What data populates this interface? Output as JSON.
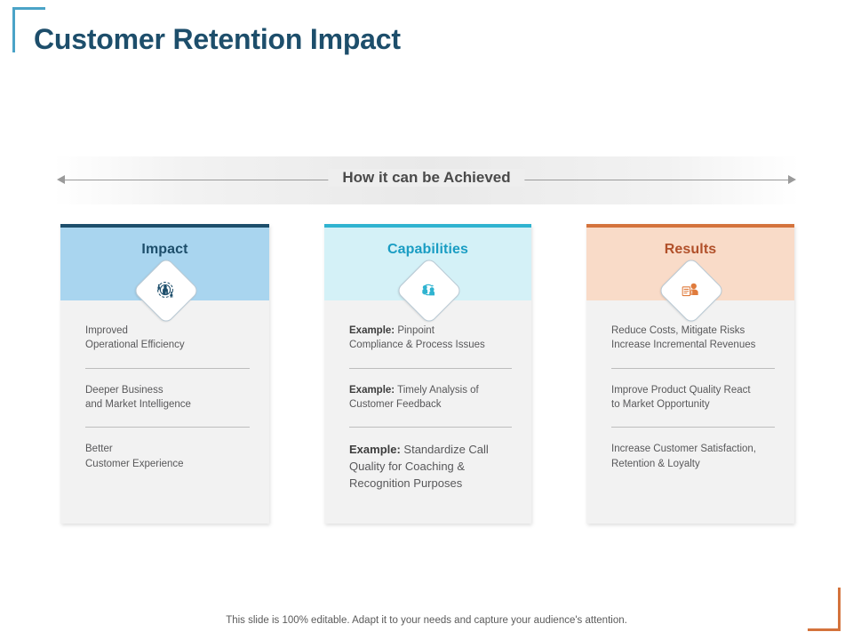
{
  "slide": {
    "title": "Customer Retention Impact",
    "footer_note": "This slide is 100% editable. Adapt it to your needs and capture your audience's attention."
  },
  "banner": {
    "label": "How it can be Achieved",
    "left_arrow_icon": "arrow-left-icon",
    "right_arrow_icon": "arrow-right-icon"
  },
  "colors": {
    "title": "#1d4e6b",
    "corner_top_left": "#4aa3c7",
    "corner_bottom_right": "#d4733c",
    "impact_bar": "#1d4e6b",
    "impact_band": "#a9d5ef",
    "capabilities_bar": "#2fb3d0",
    "capabilities_band": "#d4f1f7",
    "results_bar": "#d4733c",
    "results_band": "#f9dbc8",
    "body_background": "#f2f2f2"
  },
  "columns": [
    {
      "title": "Impact",
      "icon": "people-target-icon",
      "bar_color": "#1d4e6b",
      "band_color": "#a9d5ef",
      "title_color": "#1d4e6b",
      "icon_color": "#1d4e6b",
      "items": [
        {
          "lead": "",
          "text": "Improved\nOperational Efficiency",
          "emphasis": false
        },
        {
          "lead": "",
          "text": "Deeper  Business\nand Market Intelligence",
          "emphasis": false
        },
        {
          "lead": "",
          "text": "Better\nCustomer Experience",
          "emphasis": false
        }
      ]
    },
    {
      "title": "Capabilities",
      "icon": "people-exchange-icon",
      "bar_color": "#2fb3d0",
      "band_color": "#d4f1f7",
      "title_color": "#1a9dc3",
      "icon_color": "#2fb3d0",
      "items": [
        {
          "lead": "Example:",
          "text": " Pinpoint\nCompliance & Process Issues",
          "emphasis": false
        },
        {
          "lead": "Example:",
          "text": " Timely Analysis of\nCustomer Feedback",
          "emphasis": false
        },
        {
          "lead": "Example:",
          "text": " Standardize Call\nQuality for Coaching &\nRecognition Purposes",
          "emphasis": true
        }
      ]
    },
    {
      "title": "Results",
      "icon": "person-checklist-icon",
      "bar_color": "#d4733c",
      "band_color": "#f9dbc8",
      "title_color": "#b1502a",
      "icon_color": "#e07b3c",
      "items": [
        {
          "lead": "",
          "text": "Reduce Costs, Mitigate Risks\nIncrease Incremental Revenues",
          "emphasis": false
        },
        {
          "lead": "",
          "text": "Improve Product Quality React\nto Market Opportunity",
          "emphasis": false
        },
        {
          "lead": "",
          "text": "Increase Customer Satisfaction,\nRetention & Loyalty",
          "emphasis": false
        }
      ]
    }
  ]
}
